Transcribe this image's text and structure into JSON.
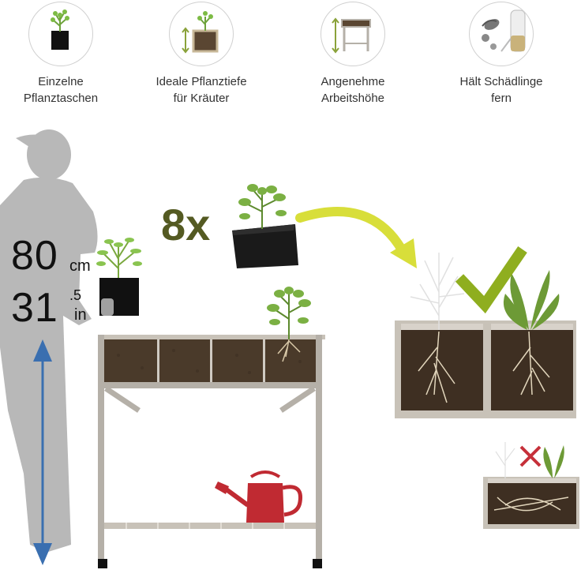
{
  "features": [
    {
      "line1": "Einzelne",
      "line2": "Pflanztaschen",
      "icon": "plant-pocket-icon"
    },
    {
      "line1": "Ideale Pflanztiefe",
      "line2": "für Kräuter",
      "icon": "planting-depth-icon"
    },
    {
      "line1": "Angenehme",
      "line2": "Arbeitshöhe",
      "icon": "working-height-icon"
    },
    {
      "line1": "Hält Schädlinge",
      "line2": "fern",
      "icon": "pest-repel-icon"
    }
  ],
  "height": {
    "cm_value": "80",
    "cm_unit": "cm",
    "in_value": "31",
    "in_fraction": ".5",
    "in_unit": "in"
  },
  "pockets": {
    "count": "8x"
  },
  "colors": {
    "frame": "#b5b0a8",
    "soil": "#4a3a2a",
    "pot": "#111111",
    "arrow_accent": "#d8de3a",
    "check_accent": "#8fae1f",
    "cross_accent": "#c6303a",
    "height_arrow": "#3a6fb0",
    "silhouette": "#b8b8b8",
    "watering_can": "#c02a32",
    "count_text": "#545a22"
  }
}
